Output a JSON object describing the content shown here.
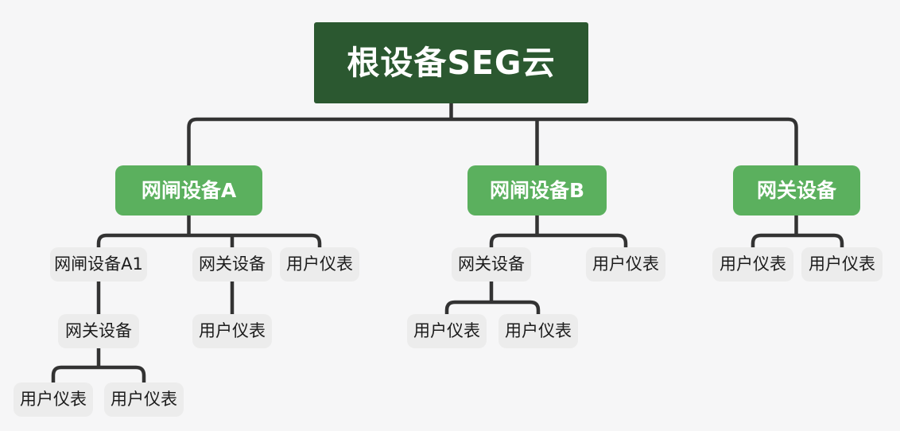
{
  "diagram_title": "根设备SEG云",
  "colors": {
    "canvas-bg": "#f6f6f7",
    "root-bg": "#2b5830",
    "root-text": "#ffffff",
    "branch-bg": "#5bb05e",
    "branch-text": "#ffffff",
    "leaf-bg": "#ececec",
    "leaf-text": "#1c1c1c",
    "edge": "#333333"
  },
  "tree": {
    "root": {
      "label": "根设备SEG云",
      "children": [
        {
          "label": "网闸设备A",
          "children": [
            {
              "label": "网闸设备A1",
              "children": [
                {
                  "label": "网关设备",
                  "children": [
                    {
                      "label": "用户仪表",
                      "children": []
                    },
                    {
                      "label": "用户仪表",
                      "children": []
                    }
                  ]
                }
              ]
            },
            {
              "label": "网关设备",
              "children": [
                {
                  "label": "用户仪表",
                  "children": []
                }
              ]
            },
            {
              "label": "用户仪表",
              "children": []
            }
          ]
        },
        {
          "label": "网闸设备B",
          "children": [
            {
              "label": "网关设备",
              "children": [
                {
                  "label": "用户仪表",
                  "children": []
                },
                {
                  "label": "用户仪表",
                  "children": []
                }
              ]
            },
            {
              "label": "用户仪表",
              "children": []
            }
          ]
        },
        {
          "label": "网关设备",
          "children": [
            {
              "label": "用户仪表",
              "children": []
            },
            {
              "label": "用户仪表",
              "children": []
            }
          ]
        }
      ]
    }
  }
}
